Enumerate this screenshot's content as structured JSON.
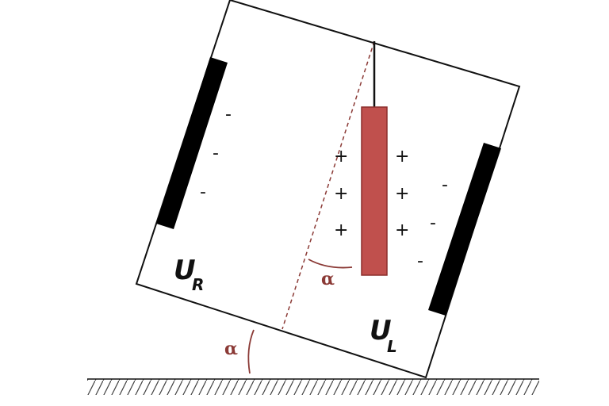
{
  "colors": {
    "rod": "#c0504d",
    "rod_stroke": "#8b2e2c",
    "angle": "#8b3a36",
    "plate": "#000000",
    "line": "#111111"
  },
  "labels": {
    "left_plate": {
      "main": "U",
      "sub": "R"
    },
    "right_plate": {
      "main": "U",
      "sub": "L"
    },
    "angle_inner": "α",
    "angle_ground": "α"
  },
  "signs": {
    "left_plate_charges": [
      "-",
      "-",
      "-"
    ],
    "right_plate_charges": [
      "-",
      "-",
      "-"
    ],
    "rod_left_charges": [
      "+",
      "+",
      "+"
    ],
    "rod_right_charges": [
      "+",
      "+",
      "+"
    ]
  }
}
